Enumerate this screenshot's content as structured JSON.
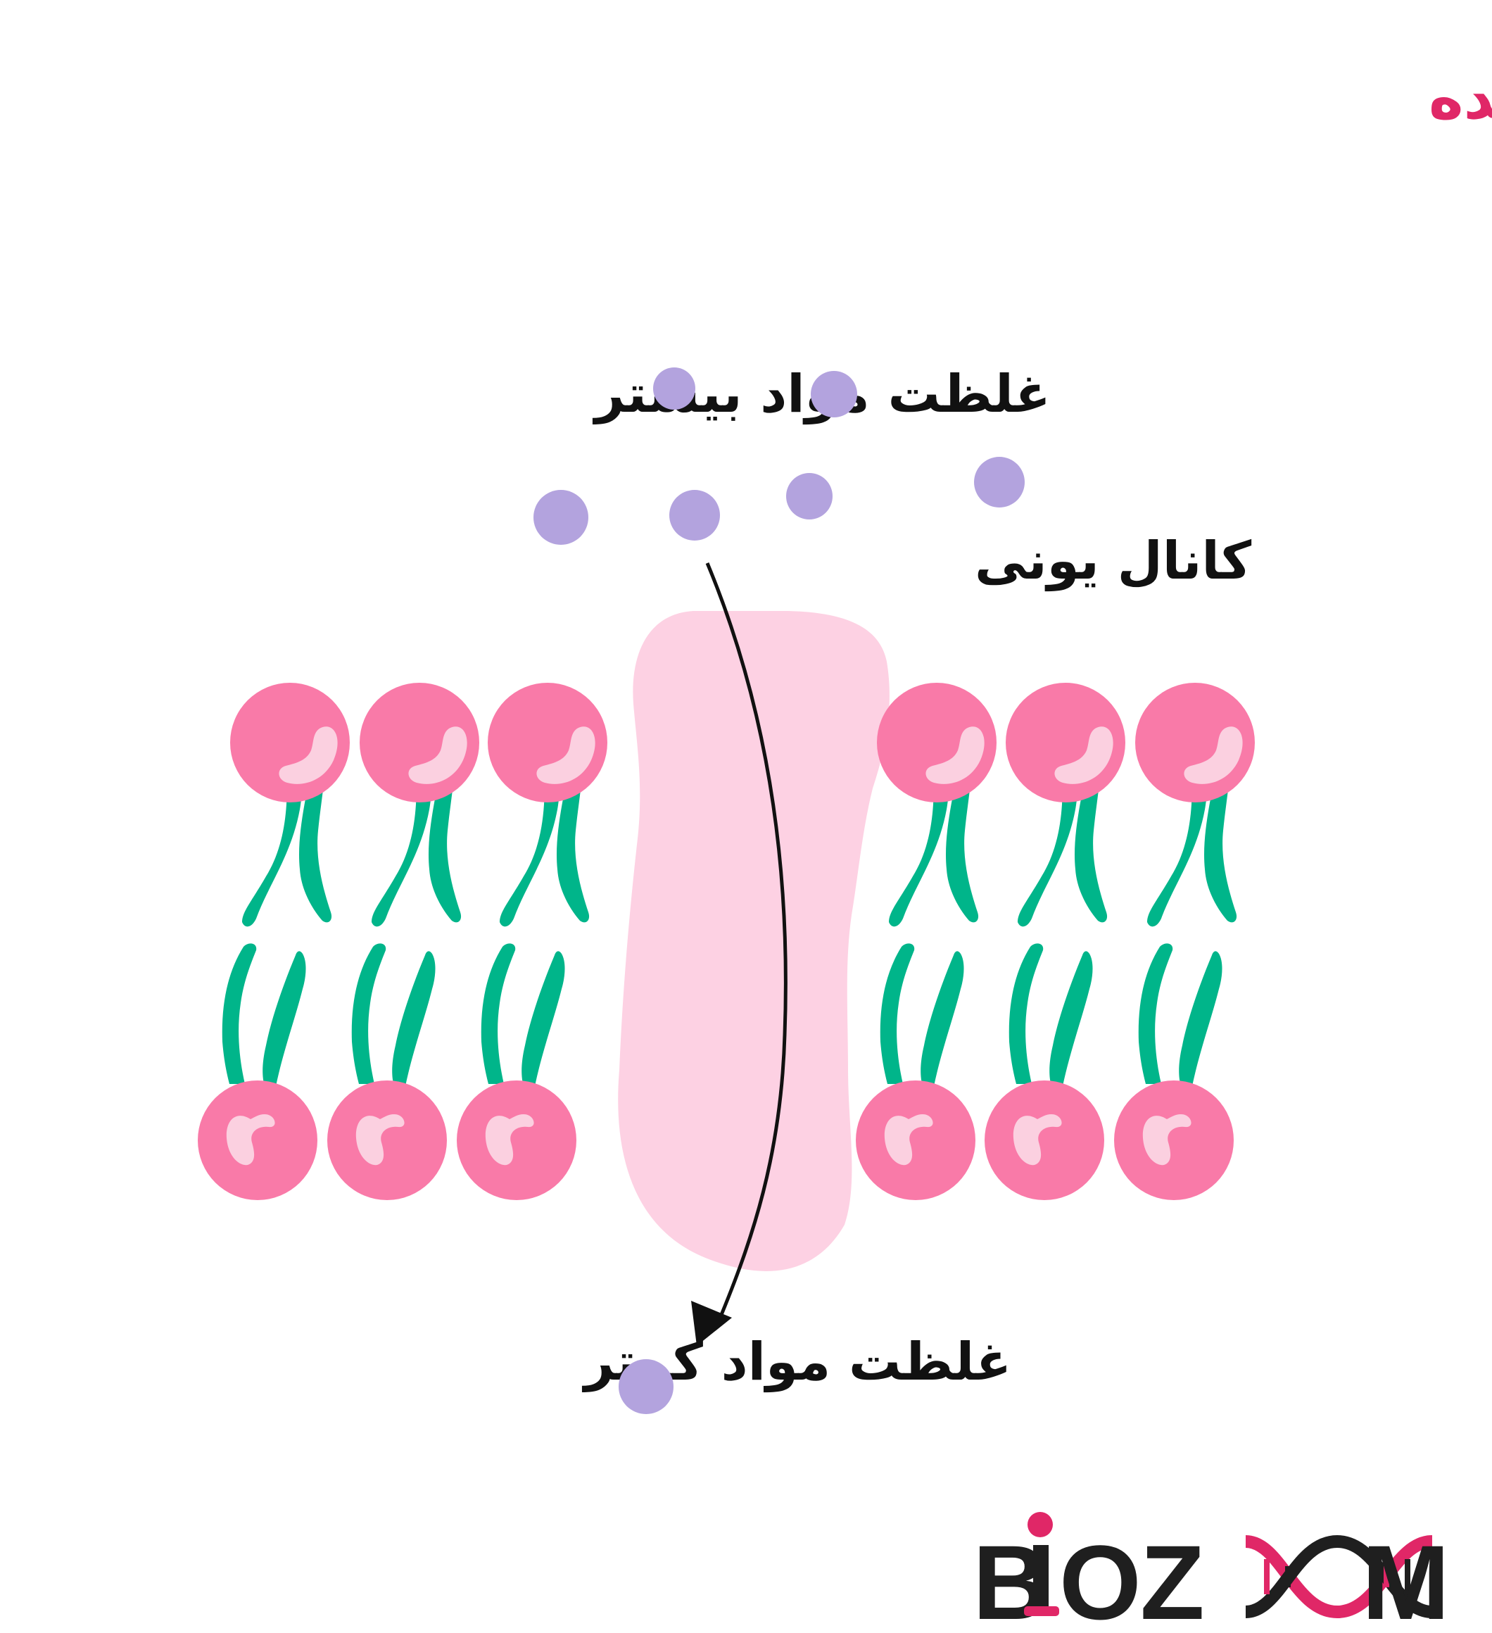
{
  "title": "انتشار تسهیل‌شده",
  "labels": {
    "high_concentration": "غلظت مواد بیشتر",
    "ion_channel": "کانال یونی",
    "low_concentration": "غلظت مواد کمتر"
  },
  "logo": {
    "text": "BIOZOOM"
  },
  "colors": {
    "title": "#e02767",
    "phospholipid_head": "#f97aa8",
    "head_highlight": "#fbd0e0",
    "tail": "#00b58a",
    "channel_protein": "#fdd1e3",
    "molecule": "#b3a3de",
    "arrow": "#111111",
    "logo_dark": "#1f1f1f",
    "logo_accent": "#e02767"
  }
}
